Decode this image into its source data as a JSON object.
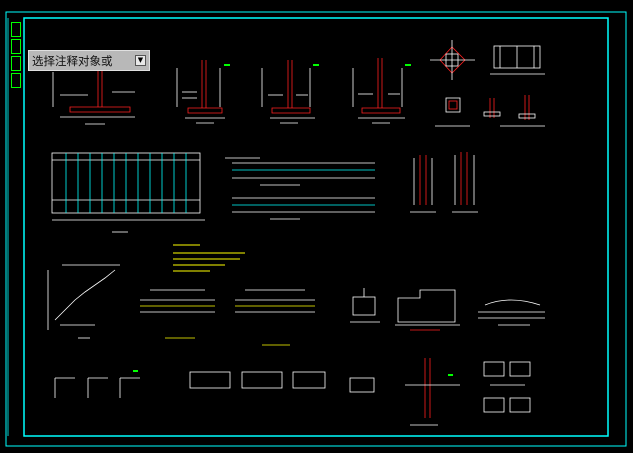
{
  "command_prompt": {
    "label": "选择注释对象或",
    "dropdown_icon": "chevron-down-icon"
  },
  "colors": {
    "background": "#000000",
    "frame": "#00ffff",
    "line_white": "#ffffff",
    "line_red": "#ff2020",
    "line_green": "#00ff00",
    "line_yellow": "#ffff00",
    "line_cyan": "#00ffff"
  },
  "side_tabs": [
    "tab-1",
    "tab-2",
    "tab-3",
    "tab-4"
  ]
}
